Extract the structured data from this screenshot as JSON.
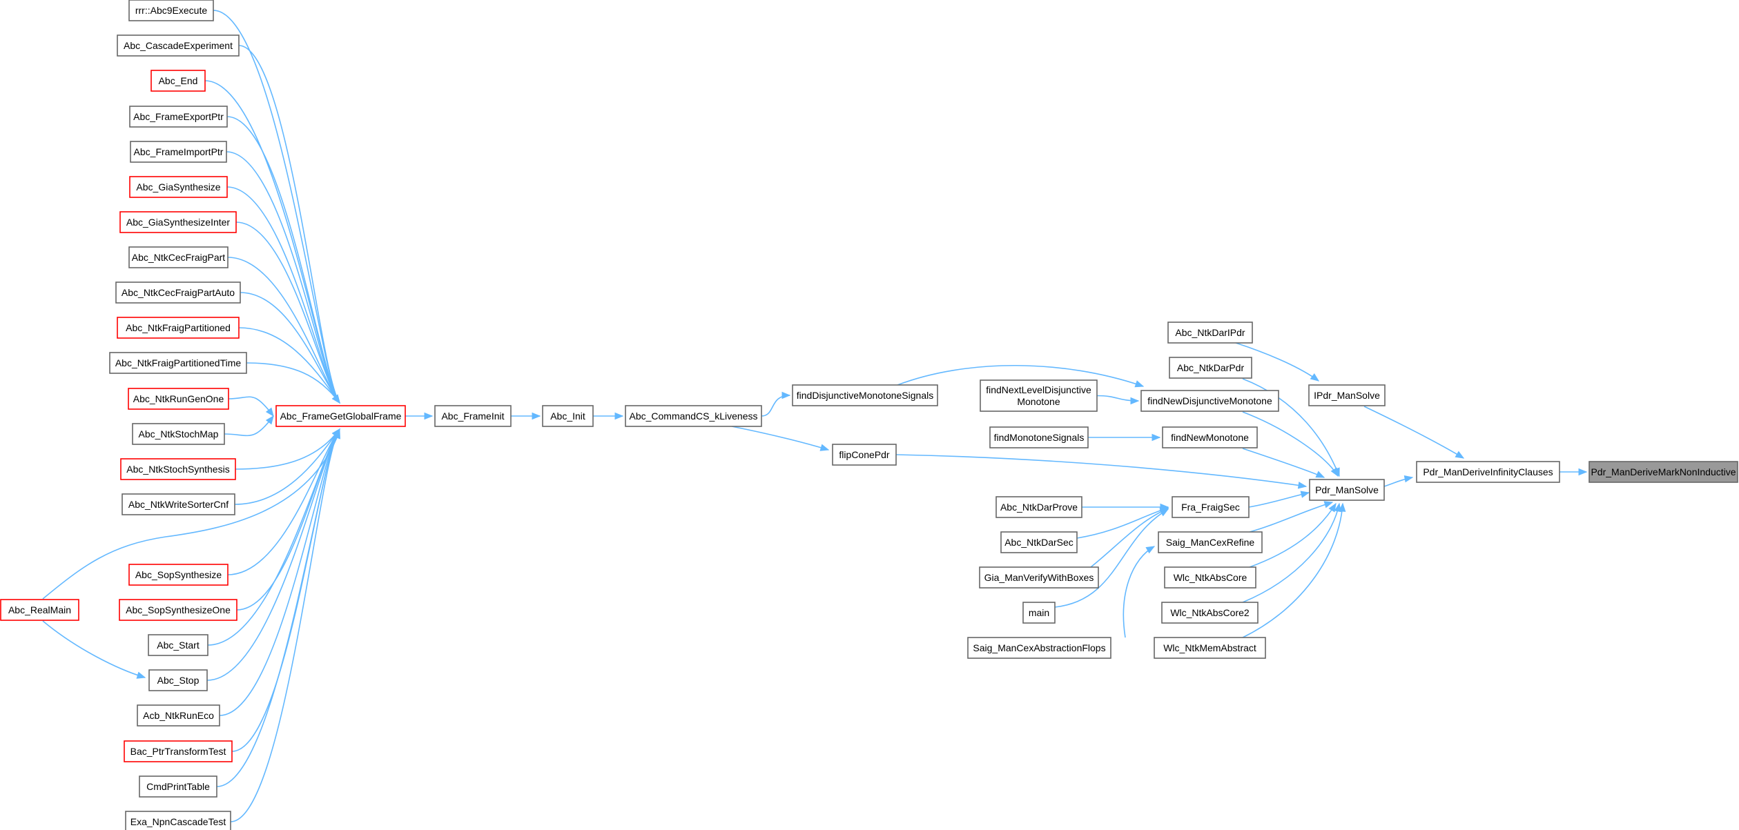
{
  "colors": {
    "edge": "#63b8ff",
    "node_border": "#666666",
    "linked_border": "#ff0000",
    "focus_fill": "#999999",
    "background": "#ffffff"
  },
  "nodes": [
    {
      "id": "rrr_abc9",
      "label": "rrr::Abc9Execute",
      "style": "normal"
    },
    {
      "id": "abc_cascade",
      "label": "Abc_CascadeExperiment",
      "style": "normal"
    },
    {
      "id": "abc_end",
      "label": "Abc_End",
      "style": "red"
    },
    {
      "id": "abc_frameexport",
      "label": "Abc_FrameExportPtr",
      "style": "normal"
    },
    {
      "id": "abc_frameimport",
      "label": "Abc_FrameImportPtr",
      "style": "normal"
    },
    {
      "id": "abc_giasynth",
      "label": "Abc_GiaSynthesize",
      "style": "red"
    },
    {
      "id": "abc_giasynthinter",
      "label": "Abc_GiaSynthesizeInter",
      "style": "red"
    },
    {
      "id": "abc_ntkcecfraigpart",
      "label": "Abc_NtkCecFraigPart",
      "style": "normal"
    },
    {
      "id": "abc_ntkcecfraigpartauto",
      "label": "Abc_NtkCecFraigPartAuto",
      "style": "normal"
    },
    {
      "id": "abc_ntkfraigpart",
      "label": "Abc_NtkFraigPartitioned",
      "style": "red"
    },
    {
      "id": "abc_ntkfraigparttime",
      "label": "Abc_NtkFraigPartitionedTime",
      "style": "normal"
    },
    {
      "id": "abc_ntkrungenone",
      "label": "Abc_NtkRunGenOne",
      "style": "red"
    },
    {
      "id": "abc_ntkstochmap",
      "label": "Abc_NtkStochMap",
      "style": "normal"
    },
    {
      "id": "abc_ntkstochsynth",
      "label": "Abc_NtkStochSynthesis",
      "style": "red"
    },
    {
      "id": "abc_ntkwritesorter",
      "label": "Abc_NtkWriteSorterCnf",
      "style": "normal"
    },
    {
      "id": "abc_sopsynth",
      "label": "Abc_SopSynthesize",
      "style": "red"
    },
    {
      "id": "abc_sopsynthone",
      "label": "Abc_SopSynthesizeOne",
      "style": "red"
    },
    {
      "id": "abc_start",
      "label": "Abc_Start",
      "style": "normal"
    },
    {
      "id": "abc_stop",
      "label": "Abc_Stop",
      "style": "normal"
    },
    {
      "id": "acb_ntkruneco",
      "label": "Acb_NtkRunEco",
      "style": "normal"
    },
    {
      "id": "bac_ptrtransform",
      "label": "Bac_PtrTransformTest",
      "style": "red"
    },
    {
      "id": "cmdprinttable",
      "label": "CmdPrintTable",
      "style": "normal"
    },
    {
      "id": "exa_npncascade",
      "label": "Exa_NpnCascadeTest",
      "style": "normal"
    },
    {
      "id": "abc_realmain",
      "label": "Abc_RealMain",
      "style": "red"
    },
    {
      "id": "abc_framegetglobal",
      "label": "Abc_FrameGetGlobalFrame",
      "style": "red"
    },
    {
      "id": "abc_frameinit",
      "label": "Abc_FrameInit",
      "style": "normal"
    },
    {
      "id": "abc_init",
      "label": "Abc_Init",
      "style": "normal"
    },
    {
      "id": "abc_commandcs",
      "label": "Abc_CommandCS_kLiveness",
      "style": "normal"
    },
    {
      "id": "finddisjmono",
      "label": "findDisjunctiveMonotoneSignals",
      "style": "normal"
    },
    {
      "id": "findnextlevel",
      "label": [
        "findNextLevelDisjunctive",
        "Monotone"
      ],
      "style": "normal"
    },
    {
      "id": "findnewdisj",
      "label": "findNewDisjunctiveMonotone",
      "style": "normal"
    },
    {
      "id": "findmonosig",
      "label": "findMonotoneSignals",
      "style": "normal"
    },
    {
      "id": "findnewmono",
      "label": "findNewMonotone",
      "style": "normal"
    },
    {
      "id": "flipconepdr",
      "label": "flipConePdr",
      "style": "normal"
    },
    {
      "id": "abc_ntkdarlpdr",
      "label": "Abc_NtkDarIPdr",
      "style": "normal"
    },
    {
      "id": "abc_ntkdarpdr",
      "label": "Abc_NtkDarPdr",
      "style": "normal"
    },
    {
      "id": "ipdr_mansolve",
      "label": "IPdr_ManSolve",
      "style": "normal"
    },
    {
      "id": "abc_ntkdarprove",
      "label": "Abc_NtkDarProve",
      "style": "normal"
    },
    {
      "id": "abc_ntkdarsec",
      "label": "Abc_NtkDarSec",
      "style": "normal"
    },
    {
      "id": "gia_manverify",
      "label": "Gia_ManVerifyWithBoxes",
      "style": "normal"
    },
    {
      "id": "main",
      "label": "main",
      "style": "normal"
    },
    {
      "id": "saig_mancexabsflops",
      "label": "Saig_ManCexAbstractionFlops",
      "style": "normal"
    },
    {
      "id": "fra_fraigsec",
      "label": "Fra_FraigSec",
      "style": "normal"
    },
    {
      "id": "saig_mancexrefine",
      "label": "Saig_ManCexRefine",
      "style": "normal"
    },
    {
      "id": "wlc_ntkabscore",
      "label": "Wlc_NtkAbsCore",
      "style": "normal"
    },
    {
      "id": "wlc_ntkabscore2",
      "label": "Wlc_NtkAbsCore2",
      "style": "normal"
    },
    {
      "id": "wlc_ntkmemabs",
      "label": "Wlc_NtkMemAbstract",
      "style": "normal"
    },
    {
      "id": "pdr_mansolve",
      "label": "Pdr_ManSolve",
      "style": "normal"
    },
    {
      "id": "pdr_manderiveinf",
      "label": "Pdr_ManDeriveInfinityClauses",
      "style": "normal"
    },
    {
      "id": "pdr_manderivemark",
      "label": "Pdr_ManDeriveMarkNonInductive",
      "style": "focus"
    }
  ],
  "edges": [
    [
      "rrr_abc9",
      "abc_framegetglobal"
    ],
    [
      "abc_cascade",
      "abc_framegetglobal"
    ],
    [
      "abc_end",
      "abc_framegetglobal"
    ],
    [
      "abc_frameexport",
      "abc_framegetglobal"
    ],
    [
      "abc_frameimport",
      "abc_framegetglobal"
    ],
    [
      "abc_giasynth",
      "abc_framegetglobal"
    ],
    [
      "abc_giasynthinter",
      "abc_framegetglobal"
    ],
    [
      "abc_ntkcecfraigpart",
      "abc_framegetglobal"
    ],
    [
      "abc_ntkcecfraigpartauto",
      "abc_framegetglobal"
    ],
    [
      "abc_ntkfraigpart",
      "abc_framegetglobal"
    ],
    [
      "abc_ntkfraigparttime",
      "abc_framegetglobal"
    ],
    [
      "abc_ntkrungenone",
      "abc_framegetglobal"
    ],
    [
      "abc_ntkstochmap",
      "abc_framegetglobal"
    ],
    [
      "abc_ntkstochsynth",
      "abc_framegetglobal"
    ],
    [
      "abc_ntkwritesorter",
      "abc_framegetglobal"
    ],
    [
      "abc_realmain",
      "abc_framegetglobal"
    ],
    [
      "abc_sopsynth",
      "abc_framegetglobal"
    ],
    [
      "abc_sopsynthone",
      "abc_framegetglobal"
    ],
    [
      "abc_start",
      "abc_framegetglobal"
    ],
    [
      "abc_stop",
      "abc_framegetglobal"
    ],
    [
      "acb_ntkruneco",
      "abc_framegetglobal"
    ],
    [
      "bac_ptrtransform",
      "abc_framegetglobal"
    ],
    [
      "cmdprinttable",
      "abc_framegetglobal"
    ],
    [
      "exa_npncascade",
      "abc_framegetglobal"
    ],
    [
      "abc_realmain",
      "abc_stop"
    ],
    [
      "abc_framegetglobal",
      "abc_frameinit"
    ],
    [
      "abc_frameinit",
      "abc_init"
    ],
    [
      "abc_init",
      "abc_commandcs"
    ],
    [
      "abc_commandcs",
      "finddisjmono"
    ],
    [
      "abc_commandcs",
      "flipconepdr"
    ],
    [
      "finddisjmono",
      "findnewdisj"
    ],
    [
      "findnextlevel",
      "findnewdisj"
    ],
    [
      "findmonosig",
      "findnewmono"
    ],
    [
      "findnewdisj",
      "pdr_mansolve"
    ],
    [
      "findnewmono",
      "pdr_mansolve"
    ],
    [
      "flipconepdr",
      "pdr_mansolve"
    ],
    [
      "abc_ntkdarlpdr",
      "ipdr_mansolve"
    ],
    [
      "abc_ntkdarpdr",
      "pdr_mansolve"
    ],
    [
      "abc_ntkdarprove",
      "fra_fraigsec"
    ],
    [
      "abc_ntkdarsec",
      "fra_fraigsec"
    ],
    [
      "gia_manverify",
      "fra_fraigsec"
    ],
    [
      "main",
      "fra_fraigsec"
    ],
    [
      "saig_mancexabsflops",
      "saig_mancexrefine"
    ],
    [
      "fra_fraigsec",
      "pdr_mansolve"
    ],
    [
      "saig_mancexrefine",
      "pdr_mansolve"
    ],
    [
      "wlc_ntkabscore",
      "pdr_mansolve"
    ],
    [
      "wlc_ntkabscore2",
      "pdr_mansolve"
    ],
    [
      "wlc_ntkmemabs",
      "pdr_mansolve"
    ],
    [
      "ipdr_mansolve",
      "pdr_manderiveinf"
    ],
    [
      "pdr_mansolve",
      "pdr_manderiveinf"
    ],
    [
      "pdr_manderiveinf",
      "pdr_manderivemark"
    ]
  ]
}
